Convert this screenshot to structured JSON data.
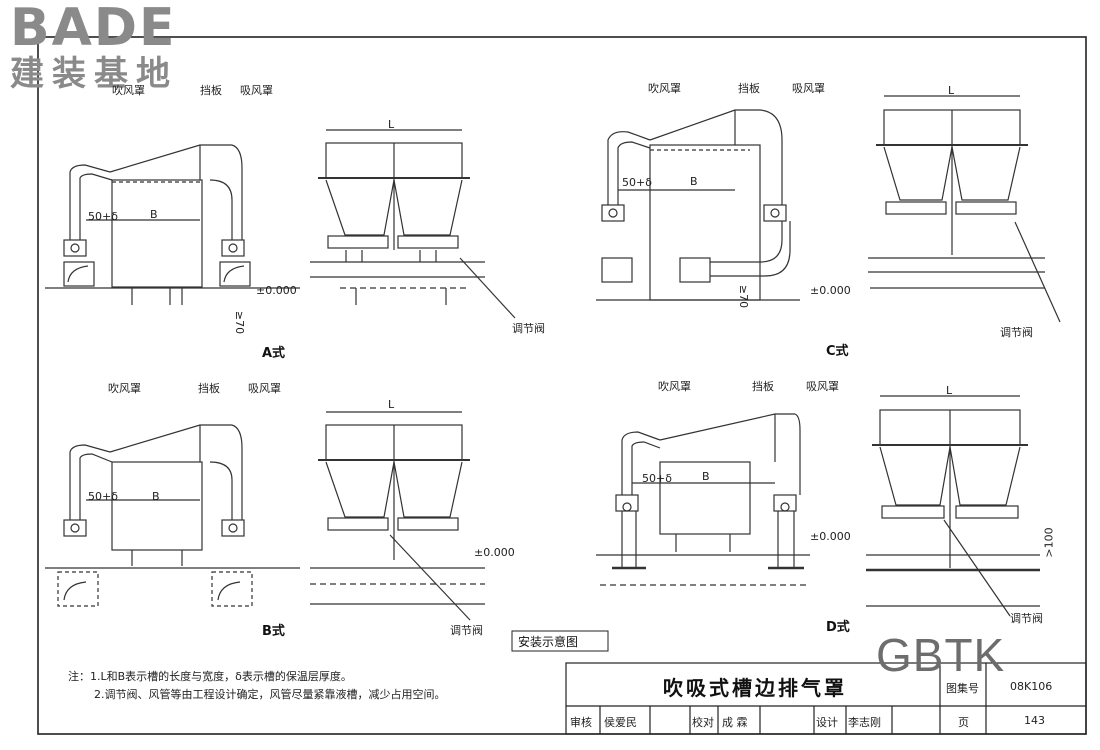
{
  "watermark": {
    "brand": "BADE",
    "brand_sub": "建装基地",
    "corner_mark": "GBTK"
  },
  "labels": {
    "blow_hood": "吹风罩",
    "baffle": "挡板",
    "suction_hood": "吸风罩",
    "damper": "调节阀",
    "dim_50": "50+δ",
    "dim_B": "B",
    "dim_L": "L",
    "level": "±0.000",
    "dim_70": "≥70",
    "dim_100": ">100"
  },
  "variants": {
    "A": "A式",
    "B": "B式",
    "C": "C式",
    "D": "D式"
  },
  "figure_caption": "安装示意图",
  "notes": {
    "line1": "注：1.L和B表示槽的长度与宽度，δ表示槽的保温层厚度。",
    "line2": "2.调节阀、风管等由工程设计确定，风管尽量紧靠液槽，减少占用空间。"
  },
  "title_block": {
    "title": "吹吸式槽边排气罩",
    "atlas_label": "图集号",
    "atlas_no": "08K106",
    "review_label": "审核",
    "review_name": "侯爱民",
    "check_label": "校对",
    "check_name": "成 霖",
    "design_label": "设计",
    "design_name": "李志刚",
    "page_label": "页",
    "page_no": "143"
  }
}
